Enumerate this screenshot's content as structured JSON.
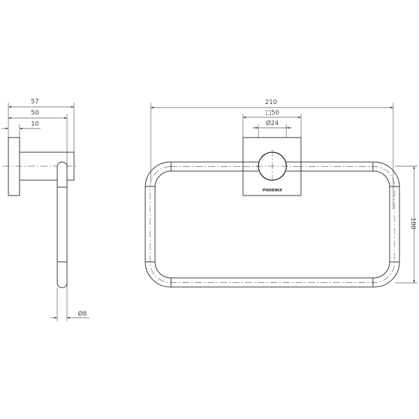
{
  "side_view": {
    "dim_overall": "57",
    "dim_mid": "50",
    "dim_plate": "10",
    "dim_bar_diameter": "Ø8"
  },
  "front_view": {
    "dim_width": "210",
    "dim_plate_square": "□50",
    "dim_knob_diameter": "Ø24",
    "dim_height": "100",
    "brand_logo": "PHOENIX"
  }
}
